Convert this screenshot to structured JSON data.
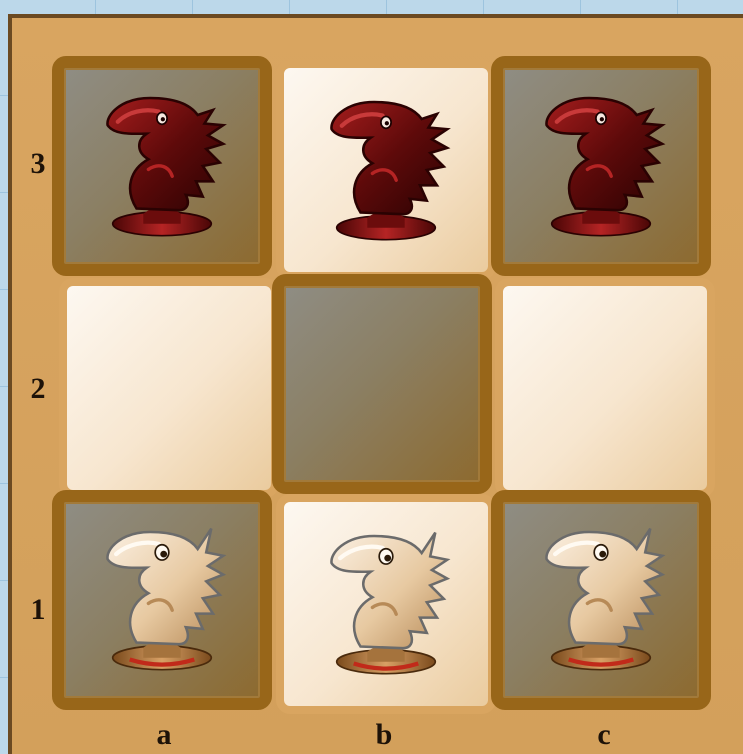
{
  "board": {
    "files": [
      "a",
      "b",
      "c"
    ],
    "ranks": [
      "3",
      "2",
      "1"
    ],
    "squares": [
      {
        "id": "a3",
        "color": "dark",
        "piece": "black-knight"
      },
      {
        "id": "b3",
        "color": "light",
        "piece": "black-knight"
      },
      {
        "id": "c3",
        "color": "dark",
        "piece": "black-knight"
      },
      {
        "id": "a2",
        "color": "light",
        "piece": null
      },
      {
        "id": "b2",
        "color": "dark",
        "piece": null
      },
      {
        "id": "c2",
        "color": "light",
        "piece": null
      },
      {
        "id": "a1",
        "color": "dark",
        "piece": "white-knight"
      },
      {
        "id": "b1",
        "color": "light",
        "piece": "white-knight"
      },
      {
        "id": "c1",
        "color": "dark",
        "piece": "white-knight"
      }
    ]
  },
  "colors": {
    "board_frame": "#d9a560",
    "dark_square_border": "#986619",
    "black_knight": "#7a1010",
    "white_knight": "#f1dcc0"
  }
}
